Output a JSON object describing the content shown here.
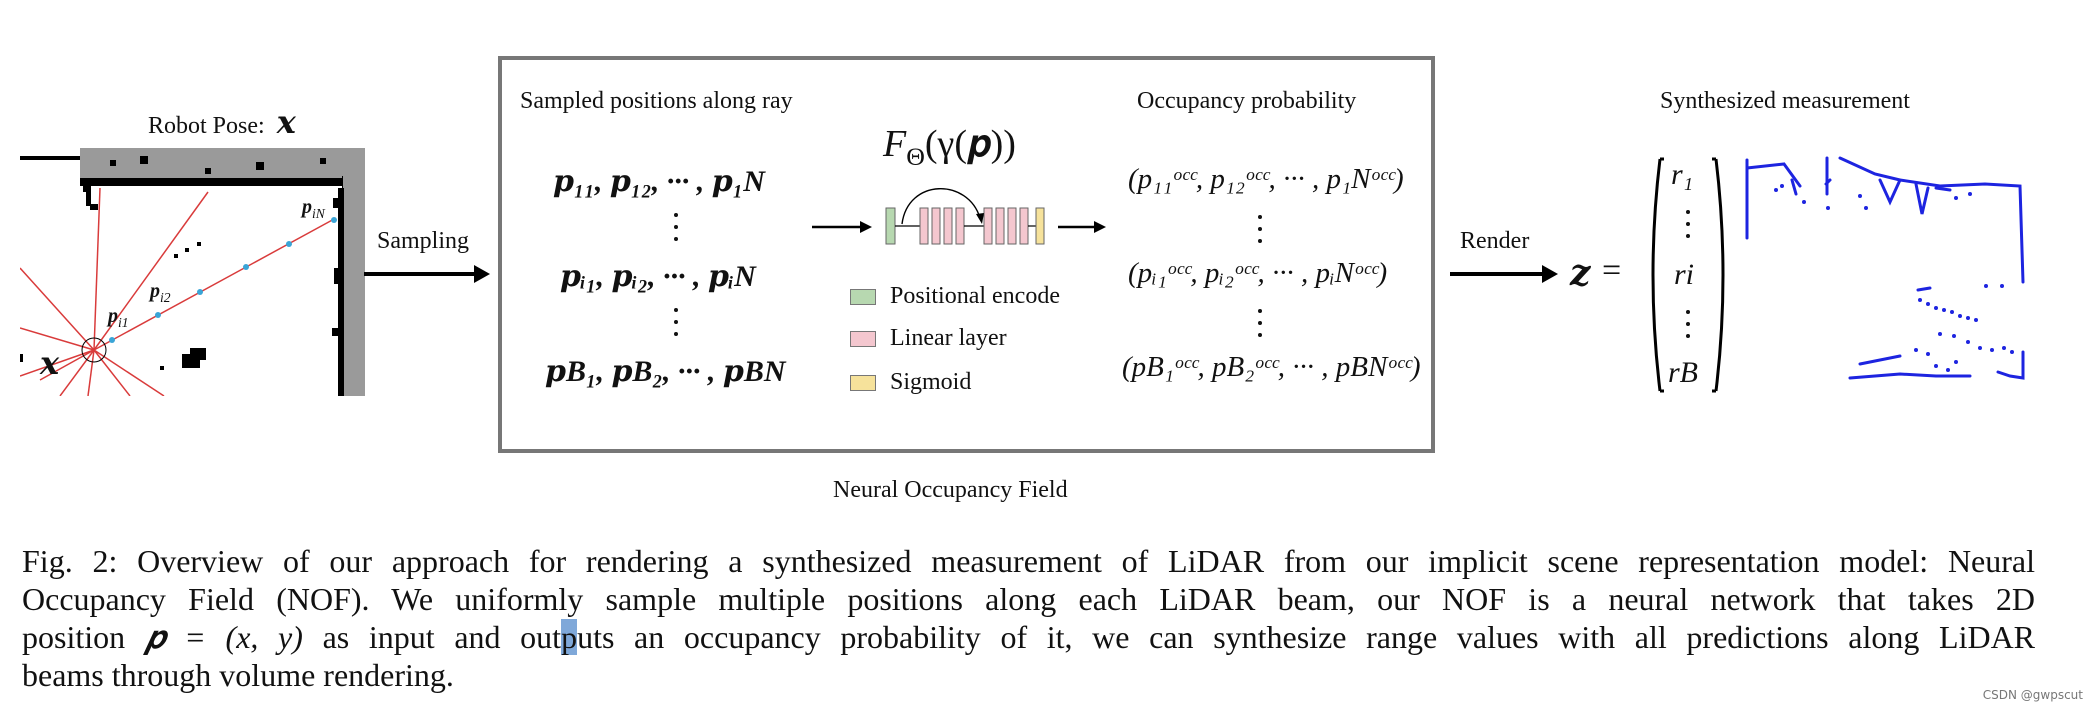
{
  "figure": {
    "robot_pose": {
      "label_text": "Robot Pose:",
      "symbol": "𝒙",
      "small_x_symbol": "𝒙"
    },
    "left_map_labels": {
      "p_i1": "p",
      "p_i1_sub": "i1",
      "p_i2": "p",
      "p_i2_sub": "i2",
      "p_iN": "p",
      "p_iN_sub": "iN"
    },
    "sampling_label": "Sampling",
    "nof_box": {
      "sampled_title": "Sampled positions along ray",
      "occupancy_title": "Occupancy probability",
      "function_title": "F",
      "function_sub": "Θ",
      "function_arg": "(γ(𝒑))",
      "sampled_rows": [
        "𝒑₁₁, 𝒑₁₂, ··· , 𝒑₁N",
        "𝒑ᵢ₁, 𝒑ᵢ₂, ··· , 𝒑ᵢN",
        "𝒑B₁, 𝒑B₂, ··· , 𝒑BN"
      ],
      "occupancy_rows": [
        "(p₁₁ᵒᶜᶜ, p₁₂ᵒᶜᶜ, ··· , p₁Nᵒᶜᶜ)",
        "(pᵢ₁ᵒᶜᶜ, pᵢ₂ᵒᶜᶜ, ··· , pᵢNᵒᶜᶜ)",
        "(pB₁ᵒᶜᶜ, pB₂ᵒᶜᶜ, ··· , pBNᵒᶜᶜ)"
      ],
      "legend": [
        {
          "label": "Positional encode",
          "color": "#b7d8b0"
        },
        {
          "label": "Linear layer",
          "color": "#f4c7cf"
        },
        {
          "label": "Sigmoid",
          "color": "#f6e29b"
        }
      ],
      "caption_label": "Neural Occupancy Field"
    },
    "render_label": "Render",
    "measurement": {
      "title": "Synthesized measurement",
      "z_symbol": "𝒛",
      "equals": "=",
      "vector_entries": [
        "r₁",
        "ri",
        "rB"
      ]
    },
    "colors": {
      "box_border": "#777777",
      "ray": "#d93b3b",
      "sample_point": "#3aa5d7",
      "map_gray": "#9a9a9a",
      "scan_blue": "#1d24e0"
    }
  },
  "caption": {
    "line1": "Fig. 2: Overview of our approach for rendering a synthesized measurement of LiDAR from our implicit scene representation model: Neural",
    "line2": "Occupancy Field (NOF). We uniformly sample multiple positions along each LiDAR beam, our NOF is a neural network that takes 2D",
    "line3_before": "position",
    "line3_formula": "𝒑 = (x, y)",
    "line3_middle": "as input and out",
    "line3_highlight": "p",
    "line3_after": "uts an occupancy probability of it, we can synthesize range values with all predictions along LiDAR",
    "line4": "beams through volume rendering."
  },
  "watermark": "CSDN @gwpscut"
}
